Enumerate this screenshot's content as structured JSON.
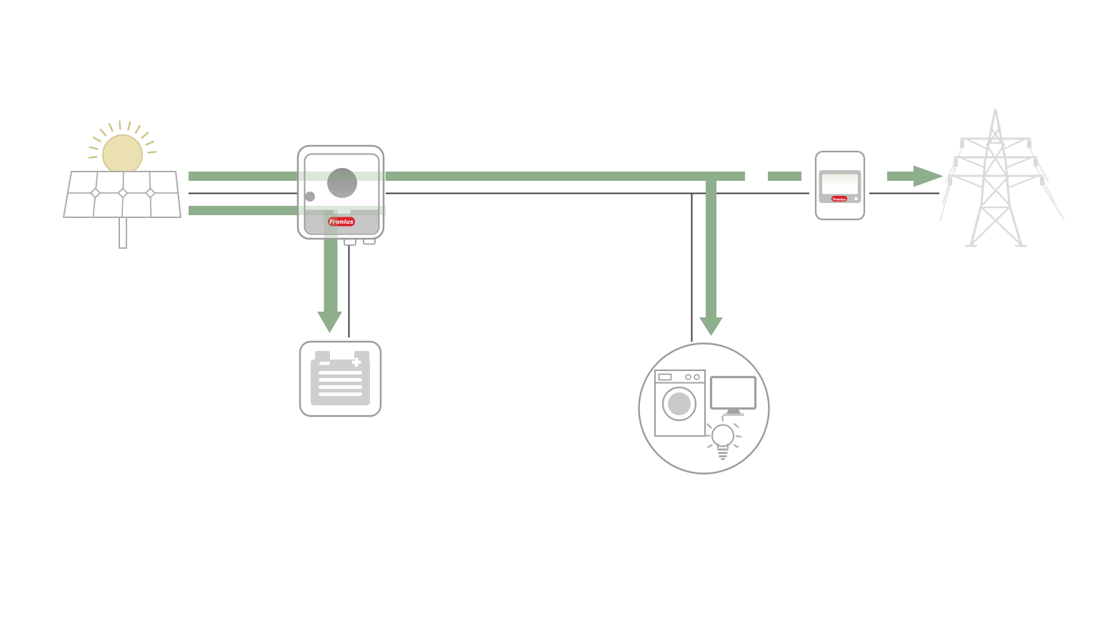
{
  "colors": {
    "background": "#FFFFFF",
    "flow_green": "#8FAE8C",
    "wire_dark": "#3F3F3F",
    "device_border_gray": "#9C9C9C",
    "appliance_gray": "#A0A0A0",
    "battery_glyph_gray": "#CFCFCF",
    "inverter_band_gray": "#C7C7C8",
    "pylon_gray": "#DBDBDD",
    "brand_red": "#D8232A",
    "sun_fill": "#EBE0B2",
    "sun_stroke": "#D6CA90",
    "sun_ray": "#CEC283"
  },
  "nodes": {
    "sun": {
      "icon": "sun-icon"
    },
    "solar_panel": {
      "icon": "solar-panel-icon"
    },
    "inverter": {
      "icon": "inverter-icon",
      "brand": "Fronius"
    },
    "battery": {
      "icon": "battery-icon"
    },
    "consumption": {
      "icon": "household-consumption-icon",
      "appliances": [
        "washing-machine-icon",
        "monitor-icon",
        "light-bulb-icon"
      ]
    },
    "smart_meter": {
      "icon": "smart-meter-icon",
      "brand": "Fronius"
    },
    "grid": {
      "icon": "power-grid-pylon-icon"
    }
  },
  "flows": [
    {
      "name": "pv-to-inverter",
      "style": "solid-bar"
    },
    {
      "name": "inverter-to-panel-return",
      "style": "solid-bar"
    },
    {
      "name": "inverter-to-battery",
      "style": "solid-arrow-down"
    },
    {
      "name": "production-line",
      "style": "solid-bar"
    },
    {
      "name": "production-to-consumption",
      "style": "solid-arrow-down"
    },
    {
      "name": "production-to-grid",
      "style": "dashed-arrow-right",
      "through": "smart-meter"
    }
  ]
}
